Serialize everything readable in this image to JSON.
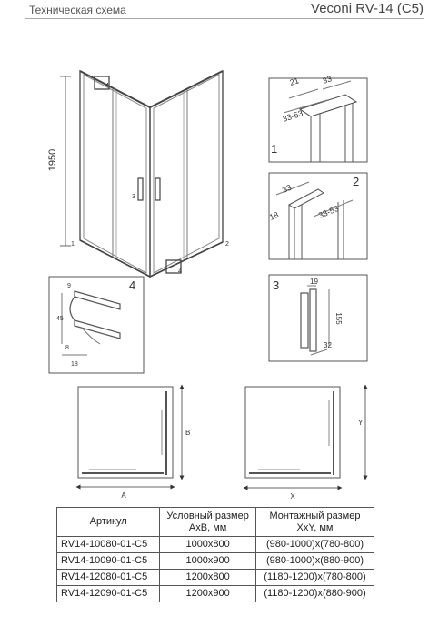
{
  "header": {
    "left_title": "Техническая схема",
    "right_title": "Veconi RV-14 (C5)"
  },
  "main_drawing": {
    "height_label": "1950",
    "callouts": [
      "1",
      "2",
      "3",
      "4"
    ]
  },
  "detail_1": {
    "number": "1",
    "dims": [
      "21",
      "33",
      "33-53"
    ]
  },
  "detail_2": {
    "number": "2",
    "dims": [
      "33",
      "18",
      "33-53"
    ]
  },
  "detail_3": {
    "number": "3",
    "dims": [
      "19",
      "155",
      "32"
    ]
  },
  "detail_4": {
    "number": "4",
    "dims": [
      "9",
      "45",
      "8",
      "18"
    ]
  },
  "plan_left": {
    "a_label": "A",
    "b_label": "B"
  },
  "plan_right": {
    "x_label": "X",
    "y_label": "Y"
  },
  "table": {
    "headers": [
      "Артикул",
      "Условный размер\nAxB, мм",
      "Монтажный размер\nXxY, мм"
    ],
    "rows": [
      [
        "RV14-10080-01-C5",
        "1000x800",
        "(980-1000)x(780-800)"
      ],
      [
        "RV14-10090-01-C5",
        "1000x900",
        "(980-1000)x(880-900)"
      ],
      [
        "RV14-12080-01-C5",
        "1200x800",
        "(1180-1200)x(780-800)"
      ],
      [
        "RV14-12090-01-C5",
        "1200x900",
        "(1180-1200)x(880-900)"
      ]
    ]
  }
}
